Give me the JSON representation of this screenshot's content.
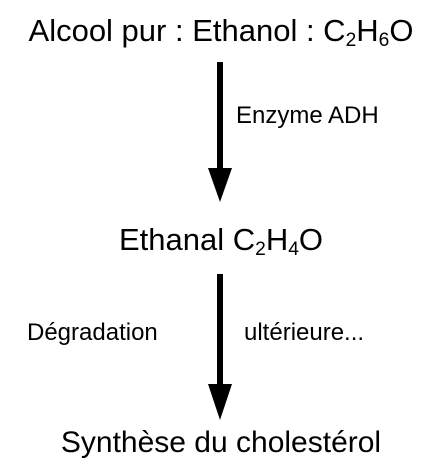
{
  "nodes": {
    "alcool": {
      "prefix": "Alcool pur : Ethanol : C",
      "s1": "2",
      "m1": "H",
      "s2": "6",
      "m2": "O"
    },
    "ethanal": {
      "prefix": "Ethanal C",
      "s1": "2",
      "m1": "H",
      "s2": "4",
      "m2": "O"
    },
    "synthese": {
      "label": "Synthèse du cholestérol"
    }
  },
  "edges": {
    "first": {
      "label": "Enzyme ADH"
    },
    "second": {
      "label_left": "Dégradation",
      "label_right": "ultérieure..."
    }
  },
  "colors": {
    "arrow": "#000000",
    "text": "#000000",
    "background": "#ffffff"
  }
}
